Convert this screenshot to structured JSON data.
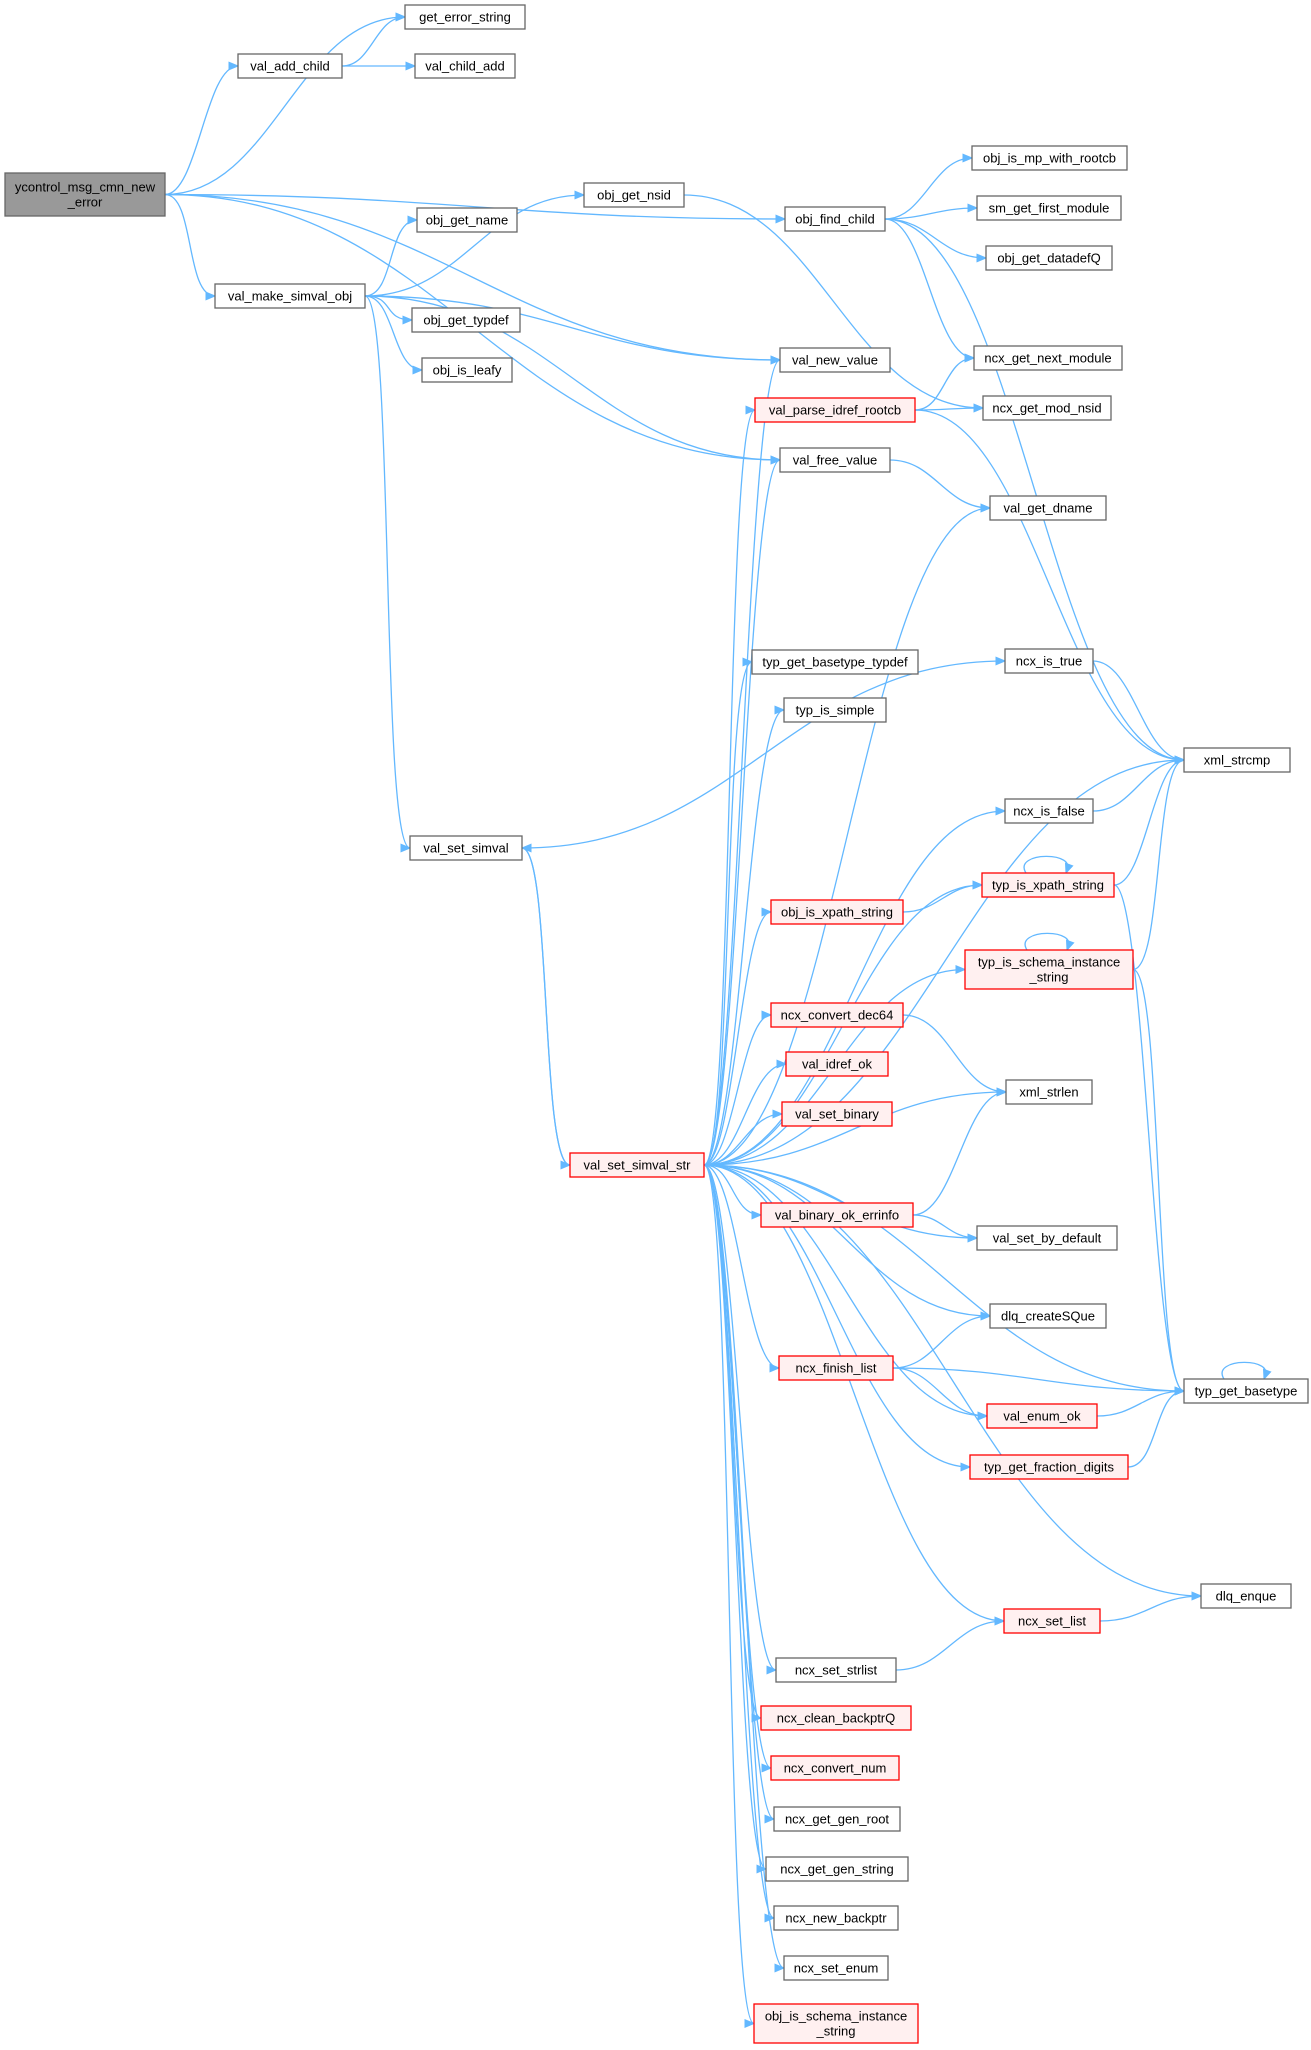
{
  "diagram_title": "ycontrol_msg_cmn_new_error call graph",
  "colors": {
    "edge": "#63b8ff",
    "root_fill": "#999999",
    "root_stroke": "#666666",
    "normal_fill": "#ffffff",
    "normal_stroke": "#666666",
    "red_fill": "#fff0f0",
    "red_stroke": "#ff0000"
  },
  "nodes": [
    {
      "id": "root",
      "lines": [
        "ycontrol_msg_cmn_new",
        "_error"
      ],
      "style": "root"
    },
    {
      "id": "get_error_string",
      "lines": [
        "get_error_string"
      ],
      "style": "normal"
    },
    {
      "id": "val_add_child",
      "lines": [
        "val_add_child"
      ],
      "style": "normal"
    },
    {
      "id": "val_child_add",
      "lines": [
        "val_child_add"
      ],
      "style": "normal"
    },
    {
      "id": "obj_find_child",
      "lines": [
        "obj_find_child"
      ],
      "style": "normal"
    },
    {
      "id": "obj_is_mp_with_rootcb",
      "lines": [
        "obj_is_mp_with_rootcb"
      ],
      "style": "normal"
    },
    {
      "id": "sm_get_first_module",
      "lines": [
        "sm_get_first_module"
      ],
      "style": "normal"
    },
    {
      "id": "obj_get_datadefQ",
      "lines": [
        "obj_get_datadefQ"
      ],
      "style": "normal"
    },
    {
      "id": "ncx_get_next_module",
      "lines": [
        "ncx_get_next_module"
      ],
      "style": "normal"
    },
    {
      "id": "xml_strcmp",
      "lines": [
        "xml_strcmp"
      ],
      "style": "normal"
    },
    {
      "id": "val_free_value",
      "lines": [
        "val_free_value"
      ],
      "style": "normal"
    },
    {
      "id": "val_get_dname",
      "lines": [
        "val_get_dname"
      ],
      "style": "normal"
    },
    {
      "id": "val_make_simval_obj",
      "lines": [
        "val_make_simval_obj"
      ],
      "style": "normal"
    },
    {
      "id": "obj_get_name",
      "lines": [
        "obj_get_name"
      ],
      "style": "normal"
    },
    {
      "id": "obj_get_nsid",
      "lines": [
        "obj_get_nsid"
      ],
      "style": "normal"
    },
    {
      "id": "ncx_get_mod_nsid",
      "lines": [
        "ncx_get_mod_nsid"
      ],
      "style": "normal"
    },
    {
      "id": "obj_get_typdef",
      "lines": [
        "obj_get_typdef"
      ],
      "style": "normal"
    },
    {
      "id": "obj_is_leafy",
      "lines": [
        "obj_is_leafy"
      ],
      "style": "normal"
    },
    {
      "id": "val_new_value",
      "lines": [
        "val_new_value"
      ],
      "style": "normal"
    },
    {
      "id": "val_set_simval",
      "lines": [
        "val_set_simval"
      ],
      "style": "normal"
    },
    {
      "id": "val_set_simval_str",
      "lines": [
        "val_set_simval_str"
      ],
      "style": "red"
    },
    {
      "id": "ncx_is_true",
      "lines": [
        "ncx_is_true"
      ],
      "style": "normal"
    },
    {
      "id": "val_parse_idref_rootcb",
      "lines": [
        "val_parse_idref_rootcb"
      ],
      "style": "red"
    },
    {
      "id": "typ_get_basetype_typdef",
      "lines": [
        "typ_get_basetype_typdef"
      ],
      "style": "normal"
    },
    {
      "id": "typ_is_simple",
      "lines": [
        "typ_is_simple"
      ],
      "style": "normal"
    },
    {
      "id": "ncx_is_false",
      "lines": [
        "ncx_is_false"
      ],
      "style": "normal"
    },
    {
      "id": "typ_is_xpath_string",
      "lines": [
        "typ_is_xpath_string"
      ],
      "style": "red"
    },
    {
      "id": "obj_is_xpath_string",
      "lines": [
        "obj_is_xpath_string"
      ],
      "style": "red"
    },
    {
      "id": "typ_is_schema_instance_string",
      "lines": [
        "typ_is_schema_instance",
        "_string"
      ],
      "style": "red"
    },
    {
      "id": "ncx_convert_dec64",
      "lines": [
        "ncx_convert_dec64"
      ],
      "style": "red"
    },
    {
      "id": "xml_strlen",
      "lines": [
        "xml_strlen"
      ],
      "style": "normal"
    },
    {
      "id": "val_idref_ok",
      "lines": [
        "val_idref_ok"
      ],
      "style": "red"
    },
    {
      "id": "val_set_binary",
      "lines": [
        "val_set_binary"
      ],
      "style": "red"
    },
    {
      "id": "val_binary_ok_errinfo",
      "lines": [
        "val_binary_ok_errinfo"
      ],
      "style": "red"
    },
    {
      "id": "val_set_by_default",
      "lines": [
        "val_set_by_default"
      ],
      "style": "normal"
    },
    {
      "id": "dlq_createSQue",
      "lines": [
        "dlq_createSQue"
      ],
      "style": "normal"
    },
    {
      "id": "ncx_finish_list",
      "lines": [
        "ncx_finish_list"
      ],
      "style": "red"
    },
    {
      "id": "typ_get_basetype",
      "lines": [
        "typ_get_basetype"
      ],
      "style": "normal"
    },
    {
      "id": "val_enum_ok",
      "lines": [
        "val_enum_ok"
      ],
      "style": "red"
    },
    {
      "id": "typ_get_fraction_digits",
      "lines": [
        "typ_get_fraction_digits"
      ],
      "style": "red"
    },
    {
      "id": "dlq_enque",
      "lines": [
        "dlq_enque"
      ],
      "style": "normal"
    },
    {
      "id": "ncx_set_list",
      "lines": [
        "ncx_set_list"
      ],
      "style": "red"
    },
    {
      "id": "ncx_set_strlist",
      "lines": [
        "ncx_set_strlist"
      ],
      "style": "normal"
    },
    {
      "id": "ncx_clean_backptrQ",
      "lines": [
        "ncx_clean_backptrQ"
      ],
      "style": "red"
    },
    {
      "id": "ncx_convert_num",
      "lines": [
        "ncx_convert_num"
      ],
      "style": "red"
    },
    {
      "id": "ncx_get_gen_root",
      "lines": [
        "ncx_get_gen_root"
      ],
      "style": "normal"
    },
    {
      "id": "ncx_get_gen_string",
      "lines": [
        "ncx_get_gen_string"
      ],
      "style": "normal"
    },
    {
      "id": "ncx_new_backptr",
      "lines": [
        "ncx_new_backptr"
      ],
      "style": "normal"
    },
    {
      "id": "ncx_set_enum",
      "lines": [
        "ncx_set_enum"
      ],
      "style": "normal"
    },
    {
      "id": "obj_is_schema_instance_string",
      "lines": [
        "obj_is_schema_instance",
        "_string"
      ],
      "style": "red"
    }
  ],
  "edges": [
    {
      "from": "root",
      "to": "get_error_string"
    },
    {
      "from": "root",
      "to": "val_add_child"
    },
    {
      "from": "val_add_child",
      "to": "get_error_string"
    },
    {
      "from": "val_add_child",
      "to": "val_child_add"
    },
    {
      "from": "root",
      "to": "obj_find_child"
    },
    {
      "from": "obj_find_child",
      "to": "obj_is_mp_with_rootcb"
    },
    {
      "from": "obj_find_child",
      "to": "sm_get_first_module"
    },
    {
      "from": "obj_find_child",
      "to": "obj_get_datadefQ"
    },
    {
      "from": "obj_find_child",
      "to": "ncx_get_next_module"
    },
    {
      "from": "obj_find_child",
      "to": "xml_strcmp"
    },
    {
      "from": "root",
      "to": "val_free_value"
    },
    {
      "from": "val_free_value",
      "to": "val_get_dname"
    },
    {
      "from": "root",
      "to": "val_make_simval_obj"
    },
    {
      "from": "val_make_simval_obj",
      "to": "obj_get_name"
    },
    {
      "from": "val_make_simval_obj",
      "to": "obj_get_nsid"
    },
    {
      "from": "obj_get_nsid",
      "to": "ncx_get_mod_nsid"
    },
    {
      "from": "val_make_simval_obj",
      "to": "obj_get_typdef"
    },
    {
      "from": "val_make_simval_obj",
      "to": "obj_is_leafy"
    },
    {
      "from": "val_make_simval_obj",
      "to": "val_free_value"
    },
    {
      "from": "val_make_simval_obj",
      "to": "val_new_value"
    },
    {
      "from": "val_make_simval_obj",
      "to": "val_set_simval"
    },
    {
      "from": "val_set_simval",
      "to": "val_set_simval_str"
    },
    {
      "from": "val_set_simval",
      "to": "ncx_is_true"
    },
    {
      "from": "val_set_simval_str",
      "to": "val_set_simval"
    },
    {
      "from": "root",
      "to": "val_new_value"
    },
    {
      "from": "val_set_simval_str",
      "to": "val_new_value"
    },
    {
      "from": "val_set_simval_str",
      "to": "val_parse_idref_rootcb"
    },
    {
      "from": "val_parse_idref_rootcb",
      "to": "ncx_get_next_module"
    },
    {
      "from": "val_parse_idref_rootcb",
      "to": "ncx_get_mod_nsid"
    },
    {
      "from": "val_parse_idref_rootcb",
      "to": "xml_strcmp"
    },
    {
      "from": "val_set_simval_str",
      "to": "val_free_value"
    },
    {
      "from": "val_set_simval_str",
      "to": "val_get_dname"
    },
    {
      "from": "val_set_simval_str",
      "to": "xml_strlen"
    },
    {
      "from": "ncx_is_true",
      "to": "xml_strcmp"
    },
    {
      "from": "val_set_simval_str",
      "to": "typ_get_basetype_typdef"
    },
    {
      "from": "val_set_simval_str",
      "to": "typ_is_simple"
    },
    {
      "from": "val_set_simval_str",
      "to": "xml_strcmp"
    },
    {
      "from": "val_set_simval_str",
      "to": "ncx_is_false"
    },
    {
      "from": "ncx_is_false",
      "to": "xml_strcmp"
    },
    {
      "from": "val_set_simval_str",
      "to": "typ_is_xpath_string"
    },
    {
      "from": "typ_is_xpath_string",
      "to": "xml_strcmp"
    },
    {
      "from": "typ_is_xpath_string",
      "to": "typ_is_xpath_string"
    },
    {
      "from": "typ_is_xpath_string",
      "to": "typ_get_basetype"
    },
    {
      "from": "val_set_simval_str",
      "to": "obj_is_xpath_string"
    },
    {
      "from": "obj_is_xpath_string",
      "to": "typ_is_xpath_string"
    },
    {
      "from": "val_set_simval_str",
      "to": "typ_is_schema_instance_string"
    },
    {
      "from": "typ_is_schema_instance_string",
      "to": "xml_strcmp"
    },
    {
      "from": "typ_is_schema_instance_string",
      "to": "typ_is_schema_instance_string"
    },
    {
      "from": "typ_is_schema_instance_string",
      "to": "typ_get_basetype"
    },
    {
      "from": "val_set_simval_str",
      "to": "ncx_convert_dec64"
    },
    {
      "from": "ncx_convert_dec64",
      "to": "xml_strlen"
    },
    {
      "from": "val_set_simval_str",
      "to": "val_idref_ok"
    },
    {
      "from": "val_set_simval_str",
      "to": "val_set_binary"
    },
    {
      "from": "val_set_simval_str",
      "to": "val_binary_ok_errinfo"
    },
    {
      "from": "val_binary_ok_errinfo",
      "to": "xml_strlen"
    },
    {
      "from": "val_binary_ok_errinfo",
      "to": "val_set_by_default"
    },
    {
      "from": "val_set_simval_str",
      "to": "val_set_by_default"
    },
    {
      "from": "val_set_simval_str",
      "to": "dlq_createSQue"
    },
    {
      "from": "val_set_simval_str",
      "to": "ncx_finish_list"
    },
    {
      "from": "ncx_finish_list",
      "to": "dlq_createSQue"
    },
    {
      "from": "ncx_finish_list",
      "to": "typ_get_basetype"
    },
    {
      "from": "ncx_finish_list",
      "to": "val_enum_ok"
    },
    {
      "from": "val_set_simval_str",
      "to": "val_enum_ok"
    },
    {
      "from": "val_enum_ok",
      "to": "typ_get_basetype"
    },
    {
      "from": "val_set_simval_str",
      "to": "typ_get_fraction_digits"
    },
    {
      "from": "typ_get_fraction_digits",
      "to": "typ_get_basetype"
    },
    {
      "from": "val_set_simval_str",
      "to": "typ_get_basetype"
    },
    {
      "from": "typ_get_basetype",
      "to": "typ_get_basetype"
    },
    {
      "from": "val_set_simval_str",
      "to": "dlq_enque"
    },
    {
      "from": "val_set_simval_str",
      "to": "ncx_set_list"
    },
    {
      "from": "ncx_set_list",
      "to": "dlq_enque"
    },
    {
      "from": "val_set_simval_str",
      "to": "ncx_set_strlist"
    },
    {
      "from": "ncx_set_strlist",
      "to": "ncx_set_list"
    },
    {
      "from": "val_set_simval_str",
      "to": "ncx_clean_backptrQ"
    },
    {
      "from": "val_set_simval_str",
      "to": "ncx_convert_num"
    },
    {
      "from": "val_set_simval_str",
      "to": "ncx_get_gen_root"
    },
    {
      "from": "val_set_simval_str",
      "to": "ncx_get_gen_string"
    },
    {
      "from": "val_set_simval_str",
      "to": "ncx_new_backptr"
    },
    {
      "from": "val_set_simval_str",
      "to": "ncx_set_enum"
    },
    {
      "from": "val_set_simval_str",
      "to": "obj_is_schema_instance_string"
    }
  ]
}
